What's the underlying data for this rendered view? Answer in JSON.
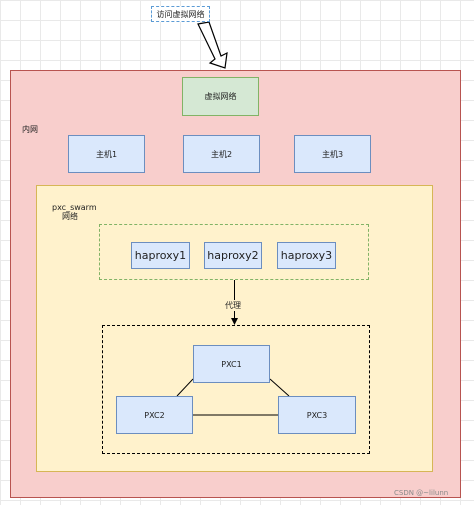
{
  "callout": {
    "text": "访问虚拟网络"
  },
  "intranet": {
    "label": "内网"
  },
  "virtual_network": {
    "label": "虚拟网络"
  },
  "hosts": [
    {
      "label": "主机1"
    },
    {
      "label": "主机2"
    },
    {
      "label": "主机3"
    }
  ],
  "swarm": {
    "label_line1": "pxc_swarm",
    "label_line2": "网络"
  },
  "haproxies": [
    {
      "label": "haproxy1"
    },
    {
      "label": "haproxy2"
    },
    {
      "label": "haproxy3"
    }
  ],
  "proxy_edge": {
    "label": "代理"
  },
  "pxc_nodes": [
    {
      "label": "PXC1"
    },
    {
      "label": "PXC2"
    },
    {
      "label": "PXC3"
    }
  ],
  "watermark": {
    "text": "CSDN @~lilunn"
  },
  "colors": {
    "intranet_fill": "#f8cecc",
    "virtual_net_fill": "#d5e8d4",
    "node_fill": "#dae8fc",
    "swarm_fill": "#fff2cc"
  }
}
